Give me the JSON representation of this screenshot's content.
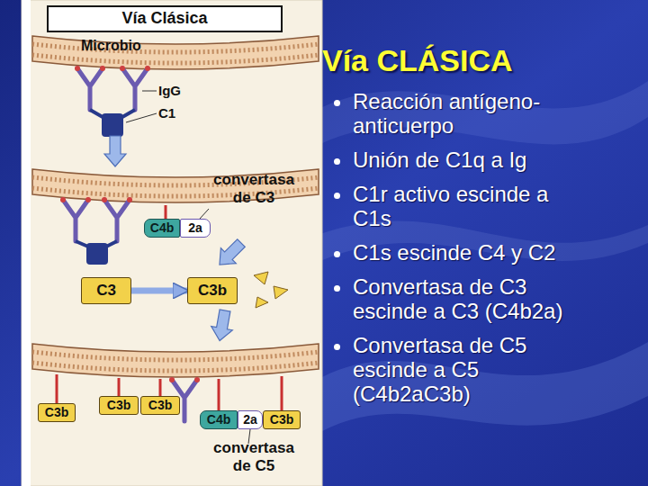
{
  "diagram": {
    "title": "Vía CLÁSICA",
    "nodes": [
      {
        "text": [
          "Vía Clásica"
        ]
      },
      {
        "text": [
          "C4b"
        ]
      },
      {
        "text": [
          "2a"
        ]
      },
      {
        "text": [
          "C3"
        ]
      },
      {
        "text": [
          "C3b"
        ]
      },
      {
        "text": [
          "C3b"
        ]
      },
      {
        "text": [
          "C3b"
        ]
      },
      {
        "text": [
          "C3b"
        ]
      },
      {
        "text": [
          "C4b"
        ]
      },
      {
        "text": [
          "2a"
        ]
      },
      {
        "text": [
          "C3b"
        ]
      }
    ],
    "edges": [
      {
        "from": 3,
        "to": 4,
        "arrow": "to"
      }
    ],
    "labels": [
      "Microbio",
      "IgG",
      "C1",
      "convertasa de C3",
      "convertasa de C5",
      "Reacción antígeno-anticuerpo",
      "Unión de C1q a Ig",
      "C1r activo escinde a C1s",
      "C1s escinde C4 y C2",
      "Convertasa de C3 escinde a C3 (C4b2a)",
      "Convertasa de C5 escinde a C5 (C4b2aC3b)"
    ]
  }
}
